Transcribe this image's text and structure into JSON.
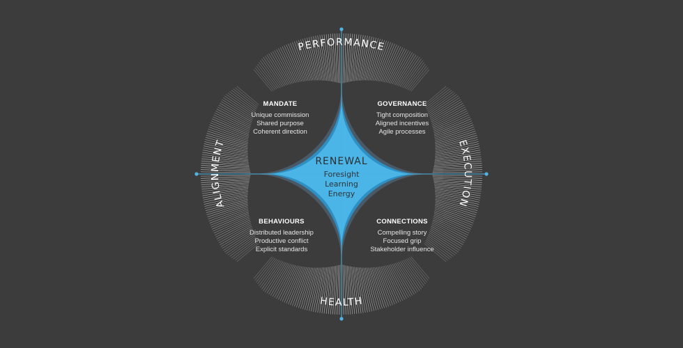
{
  "colors": {
    "background": "#3c3c3d",
    "accent": "#4ab5e6",
    "axis": "#4fb3e3",
    "tick": "#d9d9d9"
  },
  "ring": {
    "top": "PERFORMANCE",
    "bottom": "HEALTH",
    "left": "ALIGNMENT",
    "right": "EXECUTION"
  },
  "center": {
    "title": "RENEWAL",
    "items": [
      "Foresight",
      "Learning",
      "Energy"
    ]
  },
  "quadrants": {
    "top_left": {
      "title": "MANDATE",
      "items": [
        "Unique commission",
        "Shared purpose",
        "Coherent direction"
      ]
    },
    "top_right": {
      "title": "GOVERNANCE",
      "items": [
        "Tight composition",
        "Aligned incentives",
        "Agile processes"
      ]
    },
    "bottom_left": {
      "title": "BEHAVIOURS",
      "items": [
        "Distributed leadership",
        "Productive conflict",
        "Explicit standards"
      ]
    },
    "bottom_right": {
      "title": "CONNECTIONS",
      "items": [
        "Compelling story",
        "Focused grip",
        "Stakeholder influence"
      ]
    }
  }
}
